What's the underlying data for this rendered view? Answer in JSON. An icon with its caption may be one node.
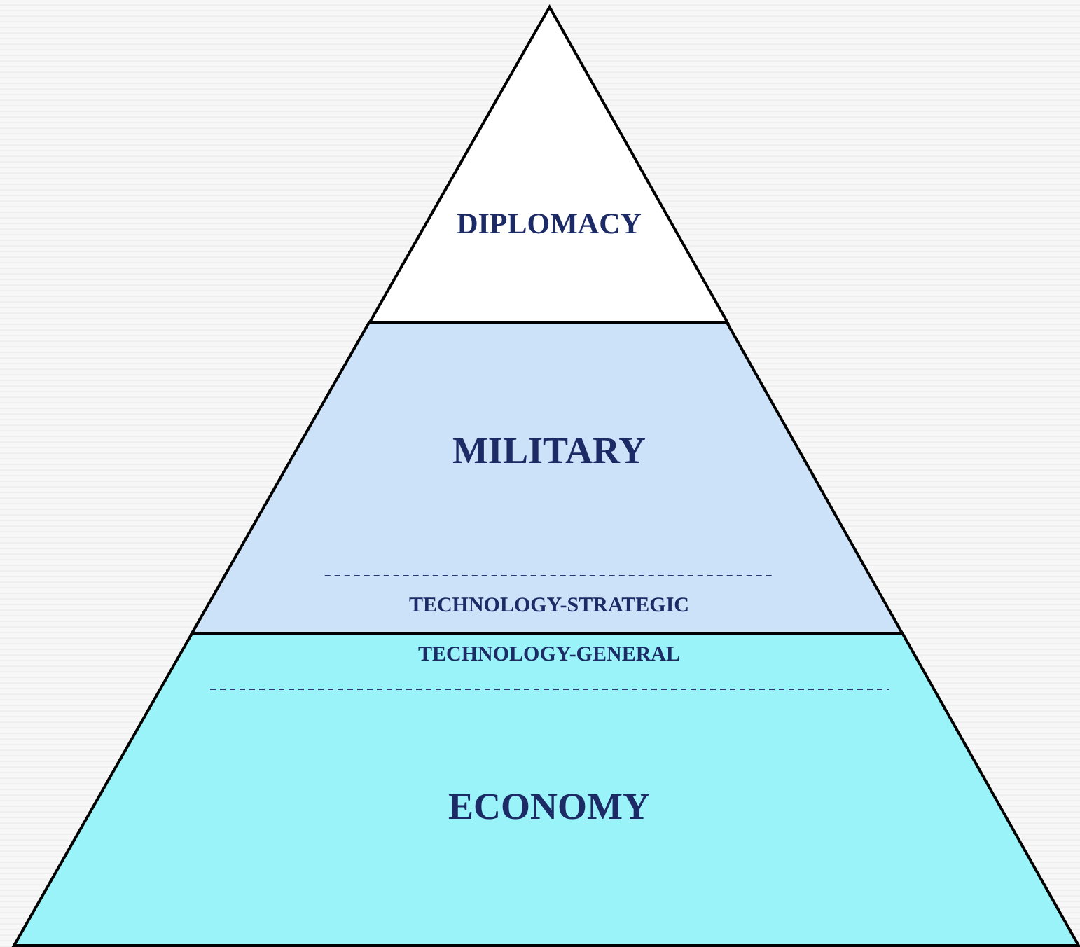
{
  "diagram": {
    "nodes": [
      {
        "text": [
          "DIPLOMACY"
        ]
      },
      {
        "text": [
          "MILITARY",
          "TECHNOLOGY-STRATEGIC"
        ]
      },
      {
        "text": [
          "TECHNOLOGY-GENERAL",
          "ECONOMY"
        ]
      }
    ]
  }
}
